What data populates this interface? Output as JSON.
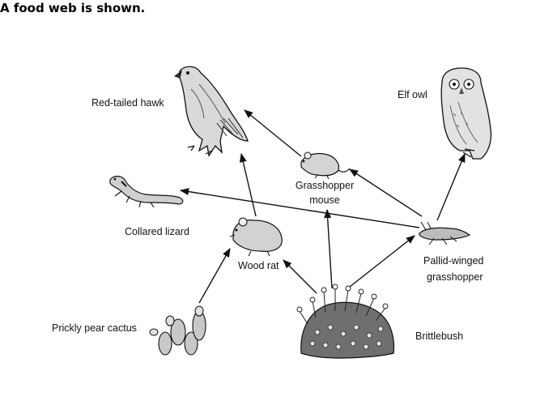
{
  "heading": "A food web is shown.",
  "organisms": {
    "hawk": "Red-tailed hawk",
    "owl": "Elf owl",
    "grasshopper_mouse_line1": "Grasshopper",
    "grasshopper_mouse_line2": "mouse",
    "lizard": "Collared lizard",
    "wood_rat": "Wood rat",
    "pallid_line1": "Pallid-winged",
    "pallid_line2": "grasshopper",
    "cactus": "Prickly pear cactus",
    "brittlebush": "Brittlebush"
  },
  "colors": {
    "ink": "#111111",
    "organism_fill": "#cfcfcf",
    "organism_dark": "#6f6f6f"
  }
}
